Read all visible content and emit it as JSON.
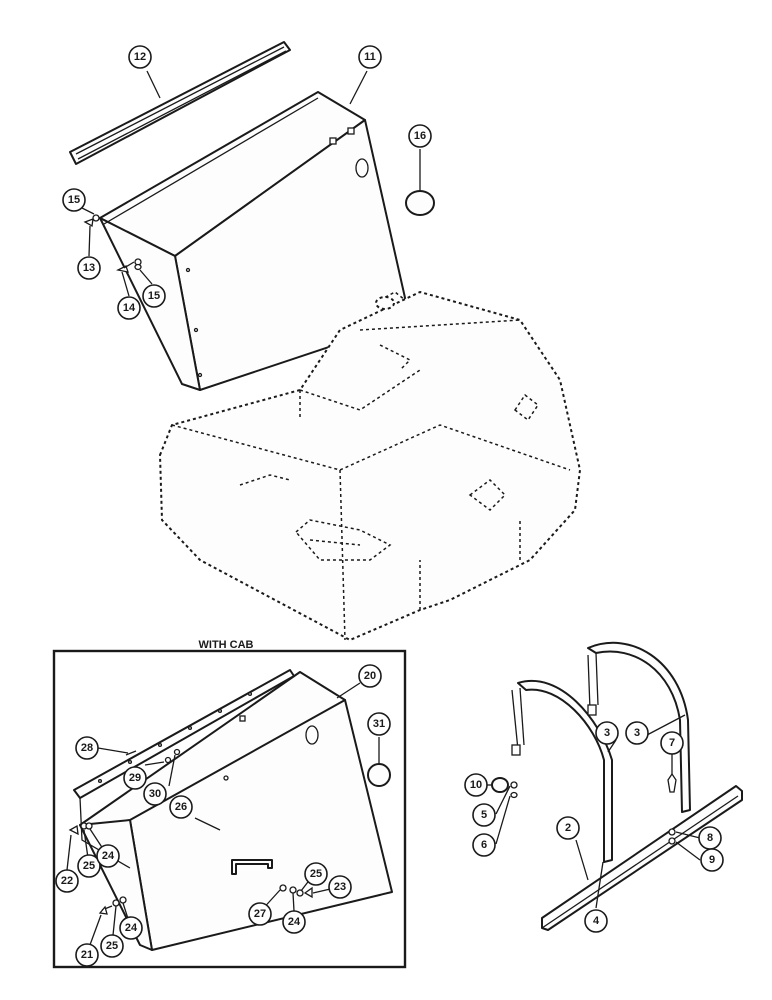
{
  "inset": {
    "title": "WITH CAB"
  },
  "callouts": {
    "c12": "12",
    "c11": "11",
    "c16": "16",
    "c15a": "15",
    "c13": "13",
    "c14": "14",
    "c15b": "15",
    "c20": "20",
    "c28": "28",
    "c31": "31",
    "c29": "29",
    "c30": "30",
    "c26": "26",
    "c22": "22",
    "c25a": "25",
    "c24a": "24",
    "c21": "21",
    "c25b": "25",
    "c24b": "24",
    "c27": "27",
    "c24c": "24",
    "c25c": "25",
    "c23": "23",
    "c10": "10",
    "c5": "5",
    "c6": "6",
    "c3": "3",
    "c7": "7",
    "c2": "2",
    "c8": "8",
    "c9": "9",
    "c4": "4"
  }
}
